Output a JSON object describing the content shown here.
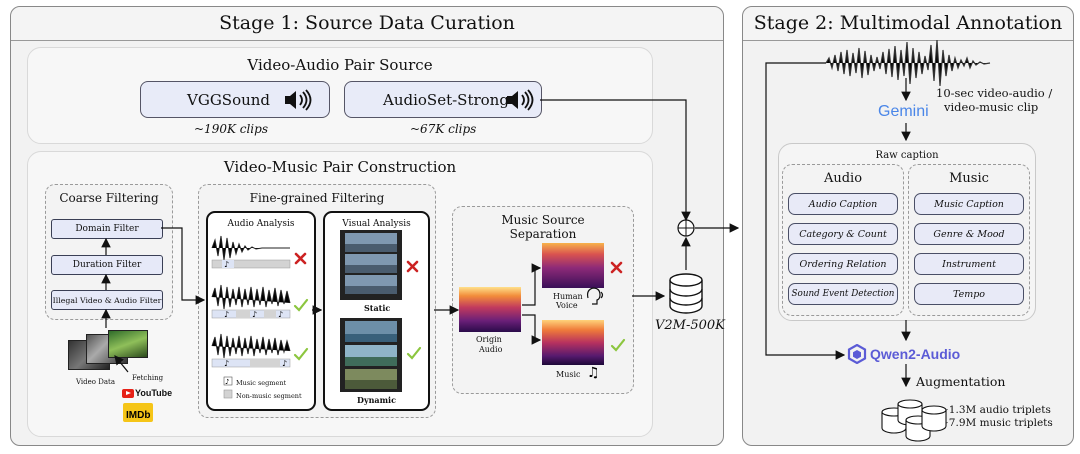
{
  "stage1": {
    "title": "Stage 1: Source Data Curation",
    "pair_source": {
      "title": "Video-Audio Pair Source",
      "vggsound": {
        "label": "VGGSound",
        "count": "~190K clips"
      },
      "audioset": {
        "label": "AudioSet-Strong",
        "count": "~67K clips"
      }
    },
    "construction": {
      "title": "Video-Music Pair Construction",
      "coarse": {
        "title": "Coarse Filtering",
        "filters": [
          "Domain Filter",
          "Duration Filter",
          "Illegal Video & Audio Filter"
        ],
        "video_data": "Video Data",
        "fetching": "Fetching",
        "youtube": "YouTube",
        "imdb": "IMDb"
      },
      "fine": {
        "title": "Fine-grained Filtering",
        "audio_analysis": "Audio Analysis",
        "visual_analysis": "Visual Analysis",
        "static": "Static",
        "dynamic": "Dynamic",
        "legend_music": "Music segment",
        "legend_non_music": "Non-music segment"
      },
      "separation": {
        "title_line1": "Music Source",
        "title_line2": "Separation",
        "origin_line1": "Origin",
        "origin_line2": "Audio",
        "human_line1": "Human",
        "human_line2": "Voice",
        "music": "Music"
      }
    },
    "dataset": "V2M-500K"
  },
  "stage2": {
    "title": "Stage 2: Multimodal Annotation",
    "clip_line1": "10-sec video-audio /",
    "clip_line2": "video-music clip",
    "gemini": "Gemini",
    "raw_caption": "Raw caption",
    "audio": {
      "title": "Audio",
      "items": [
        "Audio Caption",
        "Category & Count",
        "Ordering Relation",
        "Sound Event Detection"
      ]
    },
    "music": {
      "title": "Music",
      "items": [
        "Music Caption",
        "Genre & Mood",
        "Instrument",
        "Tempo"
      ]
    },
    "qwen": "Qwen2-Audio",
    "augmentation": "Augmentation",
    "audio_triplets": "~1.3M audio triplets",
    "music_triplets": "~7.9M music triplets"
  },
  "colors": {
    "box_fill": "#e8ebf8",
    "check": "#8cc63f",
    "cross": "#cc2222",
    "qwen": "#5b5bd6",
    "gemini": "#4a86e8"
  }
}
